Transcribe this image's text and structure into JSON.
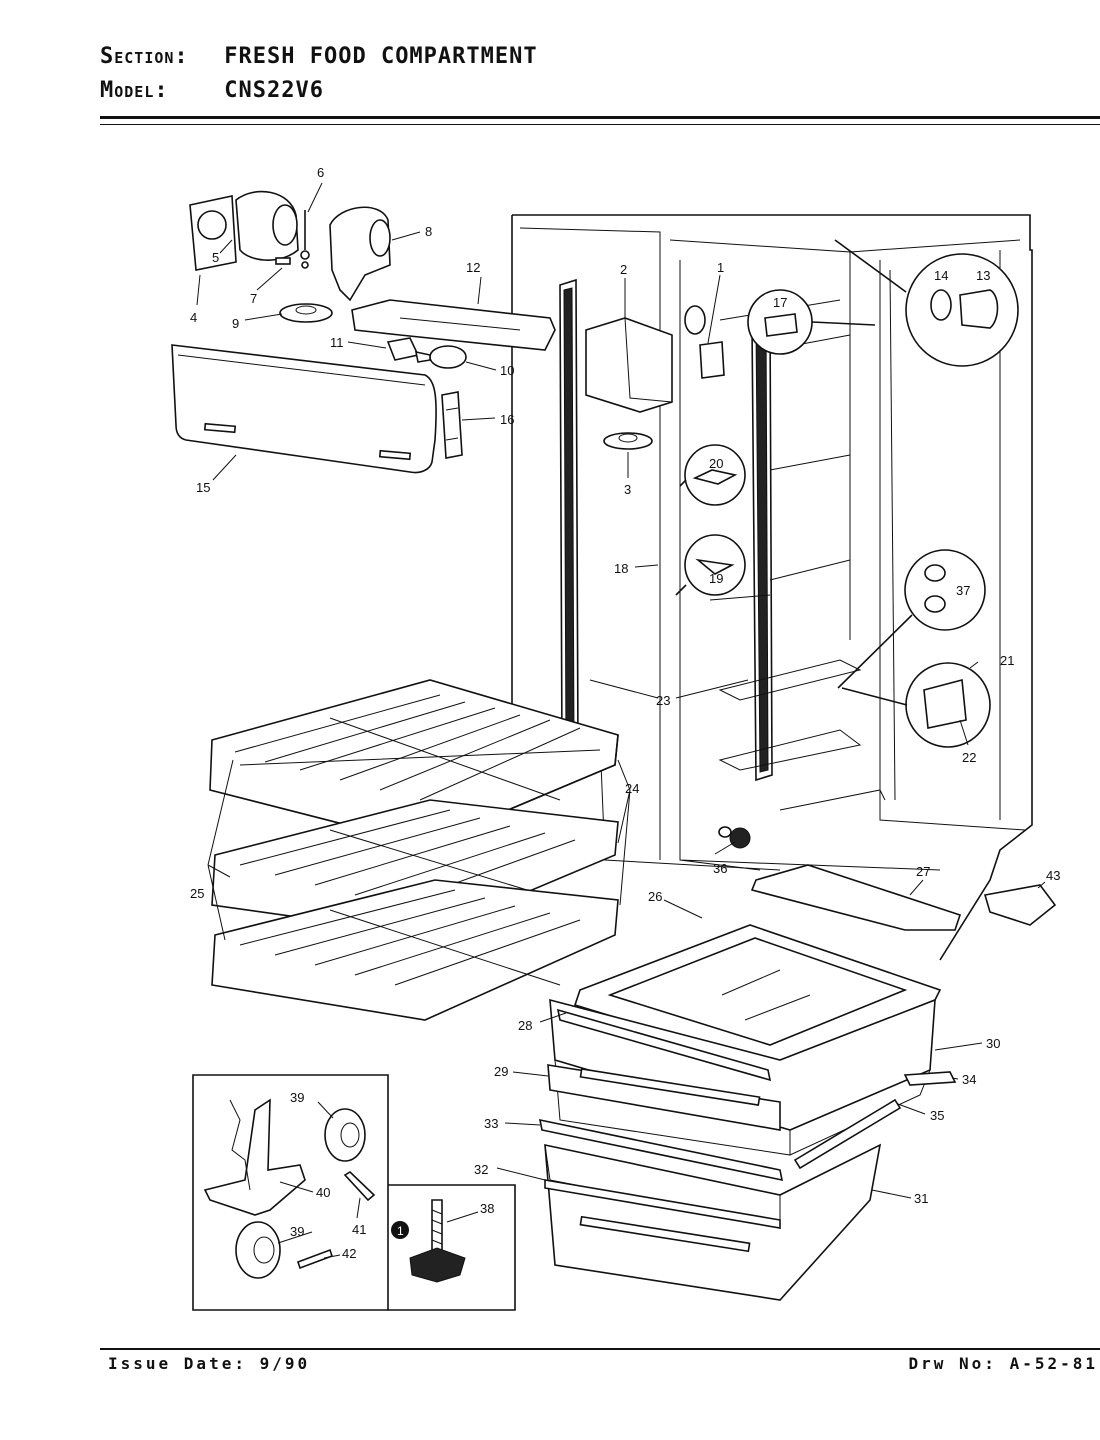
{
  "header": {
    "section_key": "Section:",
    "section_value": "FRESH FOOD COMPARTMENT",
    "model_key": "Model:",
    "model_value": "CNS22V6"
  },
  "footer": {
    "issue": "Issue Date: 9/90",
    "drawing": "Drw No: A-52-81"
  },
  "callouts": {
    "c1": "1",
    "c2": "2",
    "c3": "3",
    "c4": "4",
    "c5": "5",
    "c6": "6",
    "c7": "7",
    "c8": "8",
    "c9": "9",
    "c10": "10",
    "c11": "11",
    "c12": "12",
    "c13": "13",
    "c14": "14",
    "c15": "15",
    "c16": "16",
    "c17": "17",
    "c18": "18",
    "c19": "19",
    "c20": "20",
    "c21": "21",
    "c22": "22",
    "c23": "23",
    "c24": "24",
    "c25": "25",
    "c26": "26",
    "c27": "27",
    "c28": "28",
    "c29": "29",
    "c30": "30",
    "c31": "31",
    "c32": "32",
    "c33": "33",
    "c34": "34",
    "c35": "35",
    "c36": "36",
    "c37": "37",
    "c38": "38",
    "c39a": "39",
    "c39b": "39",
    "c40": "40",
    "c41": "41",
    "c42": "42",
    "c43": "43"
  }
}
